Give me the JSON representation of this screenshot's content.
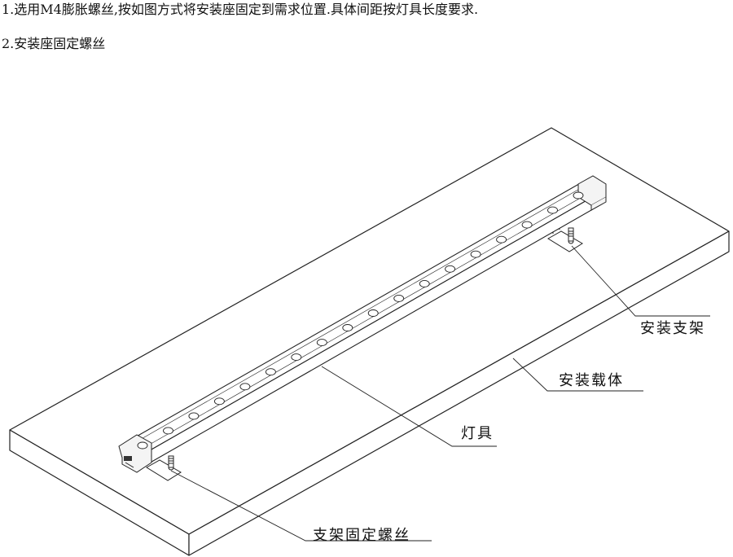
{
  "instructions": {
    "step1": "1.选用M4膨胀螺丝,按如图方式将安装座固定到需求位置.具体间距按灯具长度要求.",
    "step2": "2.安装座固定螺丝"
  },
  "callouts": {
    "mount_bracket": "安装支架",
    "mounting_surface": "安装载体",
    "fixture": "灯具",
    "bracket_screw": "支架固定螺丝"
  }
}
